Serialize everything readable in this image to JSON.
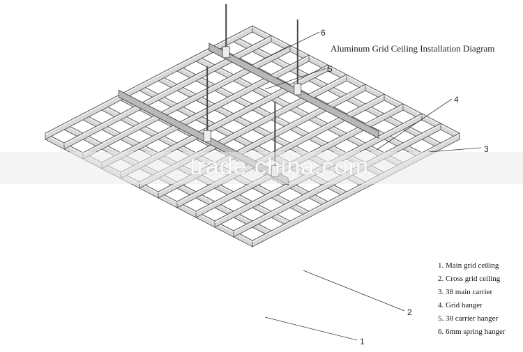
{
  "title": "Aluminum Grid Ceiling Installation Diagram",
  "watermark": "trade.china.com",
  "callouts": [
    "1",
    "2",
    "3",
    "4",
    "5",
    "6"
  ],
  "legend": [
    "1. Main grid ceiling",
    "2. Cross grid ceiling",
    "3.  38 main carrier",
    "4.  Grid hanger",
    "5.  38 carrier hanger",
    "6. 6mm spring hanger"
  ],
  "colors": {
    "line": "#444444",
    "panel": "#d8d8d8",
    "panelDark": "#b8b8b8"
  }
}
